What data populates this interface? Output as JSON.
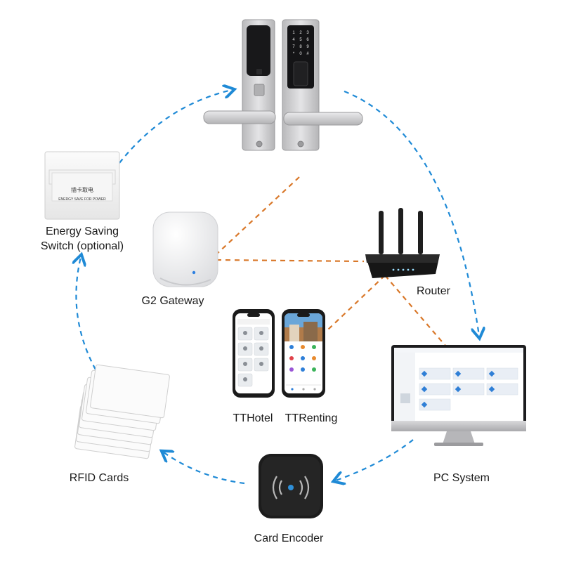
{
  "labels": {
    "energy_switch": [
      "Energy Saving",
      "Switch (optional)"
    ],
    "g2_gateway": "G2 Gateway",
    "router": "Router",
    "tthotel": "TTHotel",
    "ttrenting": "TTRenting",
    "pc_system": "PC System",
    "rfid_cards": "RFID Cards",
    "card_encoder": "Card Encoder"
  },
  "switch_print": [
    "插卡取电",
    "ENERGY SAVE FOR POWER"
  ],
  "colors": {
    "blue_arrow": "#1f8ad6",
    "orange_link": "#d9782a",
    "device_black": "#1c1c1c",
    "metal": "#cfcfd1",
    "rfid_blue": "#2e8fd8"
  },
  "flow_cycle": [
    "door-lock",
    "pc-system",
    "card-encoder",
    "rfid-cards",
    "energy-switch",
    "door-lock"
  ],
  "network_links": [
    "door-lock",
    "g2-gateway",
    "router",
    "ttrenting",
    "pc-system"
  ]
}
